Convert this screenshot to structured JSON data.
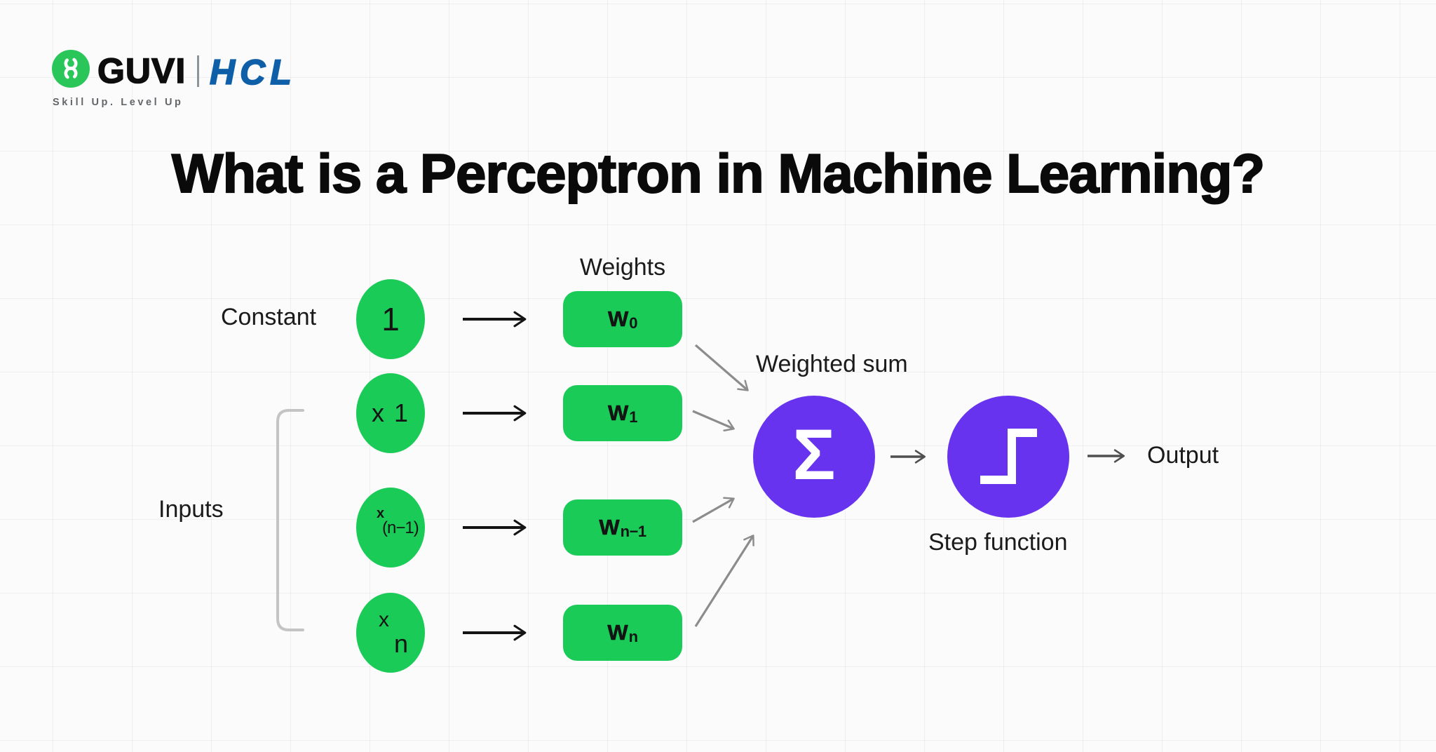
{
  "brand": {
    "guvi_wordmark": "GUVI",
    "partner_wordmark": "HCL",
    "tagline": "Skill Up. Level Up",
    "guvi_green": "#2bc65a",
    "hcl_blue": "#0e5fa8"
  },
  "title": "What is a Perceptron in Machine Learning?",
  "diagram": {
    "labels": {
      "constant": "Constant",
      "inputs": "Inputs",
      "weights": "Weights",
      "weighted_sum": "Weighted sum",
      "step_function": "Step function",
      "output": "Output"
    },
    "input_nodes": [
      {
        "text": "1"
      },
      {
        "text": "x 1"
      },
      {
        "x": "x",
        "sub": "(n−1)"
      },
      {
        "x": "x",
        "sub": "n"
      }
    ],
    "weight_nodes": [
      {
        "base": "W",
        "sub": "0"
      },
      {
        "base": "W",
        "sub": "1"
      },
      {
        "base": "W",
        "sub": "n−1"
      },
      {
        "base": "W",
        "sub": "n"
      }
    ],
    "sum_symbol": "Σ",
    "colors": {
      "node_green": "#1acb57",
      "accent_purple": "#6733ef",
      "arrow_black": "#141414",
      "arrow_gray": "#8c8c8c",
      "arrow_dark": "#4f4f4f",
      "bracket_gray": "#c4c4c4"
    }
  }
}
